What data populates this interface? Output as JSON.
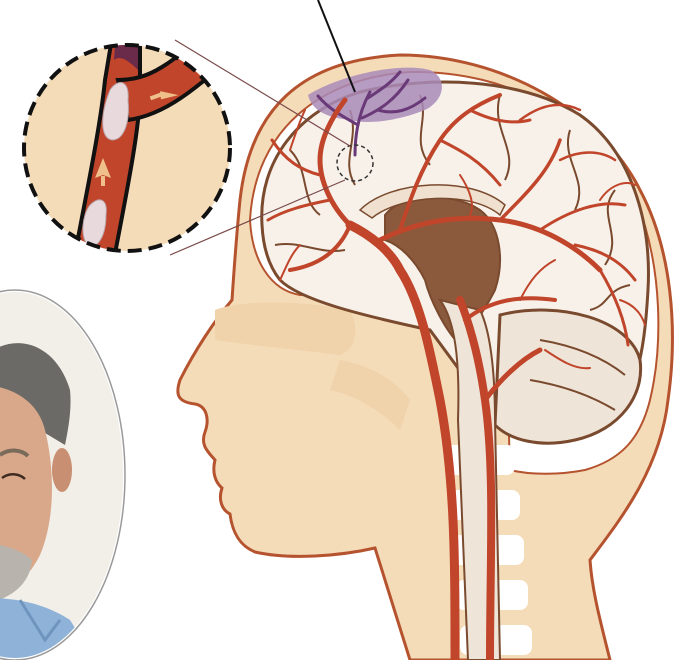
{
  "figure": {
    "subject": "stroke-illustration",
    "background_color": "#ffffff",
    "skin_color": "#f5dcb8",
    "skull_outline_color": "#b5532f",
    "brain_fill_color": "#f7f1ea",
    "brain_outline_color": "#7a4a2e",
    "cavity_color": "#8b5a3c",
    "artery_color": "#c0452a",
    "artery_dark_color": "#a8361e",
    "stroke_region_color": "#a98bb8",
    "stroke_vessel_color": "#6a3a78",
    "clot_color": "#e8d9dd",
    "callout_border_color": "#111111",
    "zoom_inset": {
      "vessel_count": 2,
      "clot_count": 2,
      "arrow_count": 2
    },
    "portrait": {
      "subject": "older-man-portrait",
      "shirt_color": "#8fb2d8"
    }
  }
}
